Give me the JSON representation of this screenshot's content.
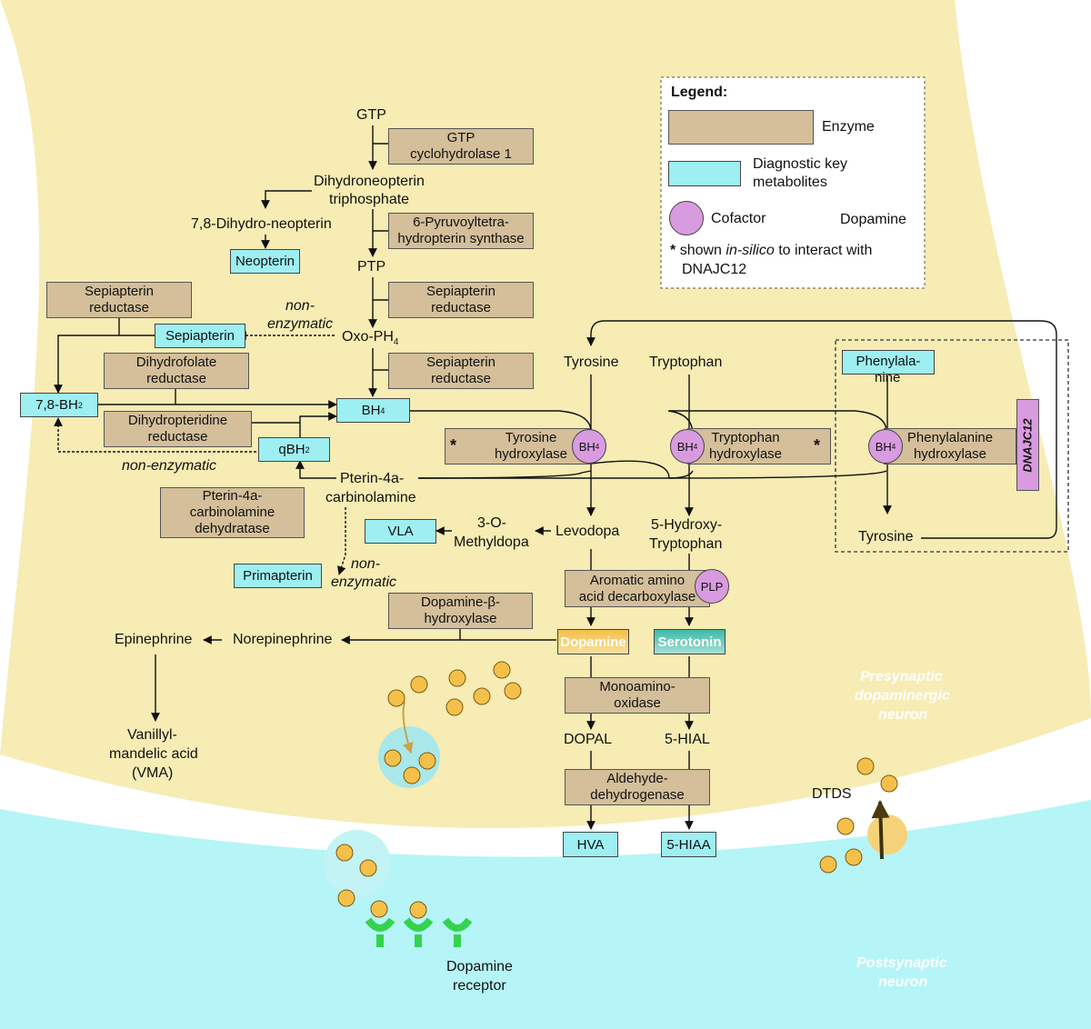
{
  "colors": {
    "cytoplasm": "#f6ecb4",
    "synapse": "#b5f5f7",
    "enzyme": "#d4bf9a",
    "metabolite": "#9deff2",
    "cofactor": "#d99be0",
    "dopamine": "#f5c04a"
  },
  "legend": {
    "title": "Legend:",
    "enzyme": "Enzyme",
    "metabolite": "Diagnostic key metabolites",
    "cofactor": "Cofactor",
    "dopamine": "Dopamine",
    "star": "*",
    "note_pre": "shown",
    "note_it": "in-silico",
    "note_post": "to interact with",
    "note_line2": "DNAJC12"
  },
  "nodes": {
    "gtp": "GTP",
    "dntp1": "Dihydroneopterin",
    "dntp2": "triphosphate",
    "dhneo": "7,8-Dihydro-neopterin",
    "ptp": "PTP",
    "oxo": "Oxo-PH",
    "oxo_sub": "4",
    "bh4": "BH",
    "bh4_sub": "4",
    "bh2": "7,8-BH",
    "bh2_sub": "2",
    "qbh2": "qBH",
    "qbh2_sub": "2",
    "p4a1": "Pterin-4a-",
    "p4a2": "carbinolamine",
    "tyr_in": "Tyrosine",
    "trp": "Tryptophan",
    "phe1": "Phenylala-",
    "phe2": "nine",
    "tyr_out": "Tyrosine",
    "omd1": "3-O-",
    "omd2": "Methyldopa",
    "levodopa": "Levodopa",
    "htp1": "5-Hydroxy-",
    "htp2": "Tryptophan",
    "epi": "Epinephrine",
    "nor": "Norepinephrine",
    "vma1": "Vanillyl-",
    "vma2": "mandelic acid",
    "vma3": "(VMA)",
    "dopal": "DOPAL",
    "hial": "5-HIAL",
    "dtds": "DTDS",
    "receptor1": "Dopamine",
    "receptor2": "receptor",
    "pre1": "Presynaptic",
    "pre2": "dopaminergic",
    "pre3": "neuron",
    "post1": "Postsynaptic",
    "post2": "neuron",
    "nonenz1a": "non-",
    "nonenz1b": "enzymatic",
    "nonenz2": "non-enzymatic",
    "nonenz3a": "non-",
    "nonenz3b": "enzymatic"
  },
  "enzymes": {
    "gtpch1a": "GTP",
    "gtpch1b": "cyclohydrolase 1",
    "ptps1": "6-Pyruvoyltetra-",
    "ptps2": "hydropterin synthase",
    "sr1a": "Sepiapterin",
    "sr1b": "reductase",
    "sr2a": "Sepiapterin",
    "sr2b": "reductase",
    "sr3a": "Sepiapterin",
    "sr3b": "reductase",
    "dhfr1": "Dihydrofolate",
    "dhfr2": "reductase",
    "dhpr1": "Dihydropteridine",
    "dhpr2": "reductase",
    "pcd1": "Pterin-4a-",
    "pcd2": "carbinolamine",
    "pcd3": "dehydratase",
    "th1": "Tyrosine",
    "th2": "hydroxylase",
    "tph1": "Tryptophan",
    "tph2": "hydroxylase",
    "pah1": "Phenylalanine",
    "pah2": "hydroxylase",
    "aadc1": "Aromatic amino",
    "aadc2": "acid decarboxylase",
    "dbh1": "Dopamine-β-",
    "dbh2": "hydroxylase",
    "mao1": "Monoamino-",
    "mao2": "oxidase",
    "aldh1": "Aldehyde-",
    "aldh2": "dehydrogenase",
    "dnajc12": "DNAJC12"
  },
  "metabolites": {
    "neopterin": "Neopterin",
    "sepiapterin": "Sepiapterin",
    "vla": "VLA",
    "primapterin": "Primapterin",
    "dopamine": "Dopamine",
    "serotonin": "Serotonin",
    "hva": "HVA",
    "hiaa": "5-HIAA"
  },
  "cofactors": {
    "bh4": "BH",
    "sub": "4",
    "plp": "PLP"
  },
  "stars": {
    "s1": "*",
    "s2": "*"
  }
}
